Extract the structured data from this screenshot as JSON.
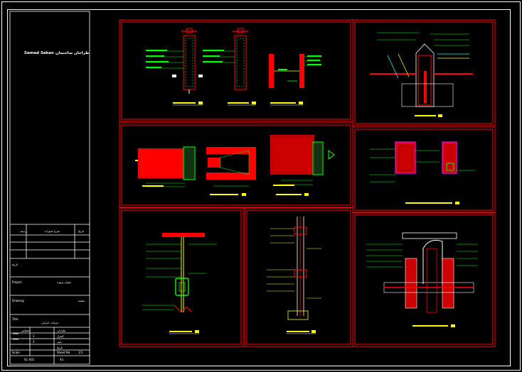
{
  "title_block": {
    "company": "Samad Sakan",
    "company_fa": "طراحان ساختمان",
    "revision_header": {
      "no": "ردیف",
      "description": "شرح تغییرات",
      "date": "تاریخ"
    },
    "date_label": "تاریخ",
    "project_label": "Project",
    "project_label_fa": "عنوان پروژه",
    "drawing_label": "Drawing",
    "drawing_label_fa": "نقشه",
    "title_label": "Title",
    "title_label_fa": "جزئیات اجرایی",
    "scale_label": "Scale",
    "sheet_no_label": "Sheet No",
    "sheet_value": "1/1",
    "grid_rows": [
      {
        "left": "مقیاس",
        "right": "طراحی"
      },
      {
        "left": "1",
        "right": "کنترل"
      },
      {
        "left": "2",
        "right": "تایید"
      },
      {
        "left": "",
        "right": "تاریخ"
      }
    ],
    "footer_code": "SC-001",
    "footer_sheet": "A1"
  },
  "colors": {
    "frame": "#ff0000",
    "wall": "#ff0000",
    "leader": "#00ff00",
    "annot": "#ffff00",
    "steel": "#00ffff",
    "insul": "#ff00ff",
    "text": "#ffffff"
  }
}
